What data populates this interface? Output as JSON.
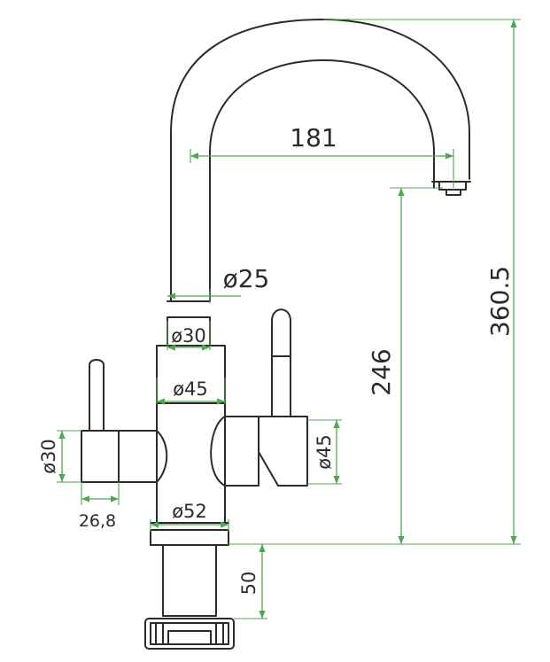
{
  "dimensions": {
    "spout_reach": "181",
    "spout_tube_diameter": "ø25",
    "neck_diameter": "ø30",
    "body_diameter": "ø45",
    "left_handle_diameter": "ø30",
    "left_handle_length": "26,8",
    "right_handle_diameter": "ø45",
    "base_diameter": "ø52",
    "spout_outlet_height": "246",
    "total_height": "360.5",
    "shank_length": "50"
  },
  "colors": {
    "outline": "#2b2b2b",
    "dimension_line": "#4fa64f",
    "background": "#ffffff"
  }
}
